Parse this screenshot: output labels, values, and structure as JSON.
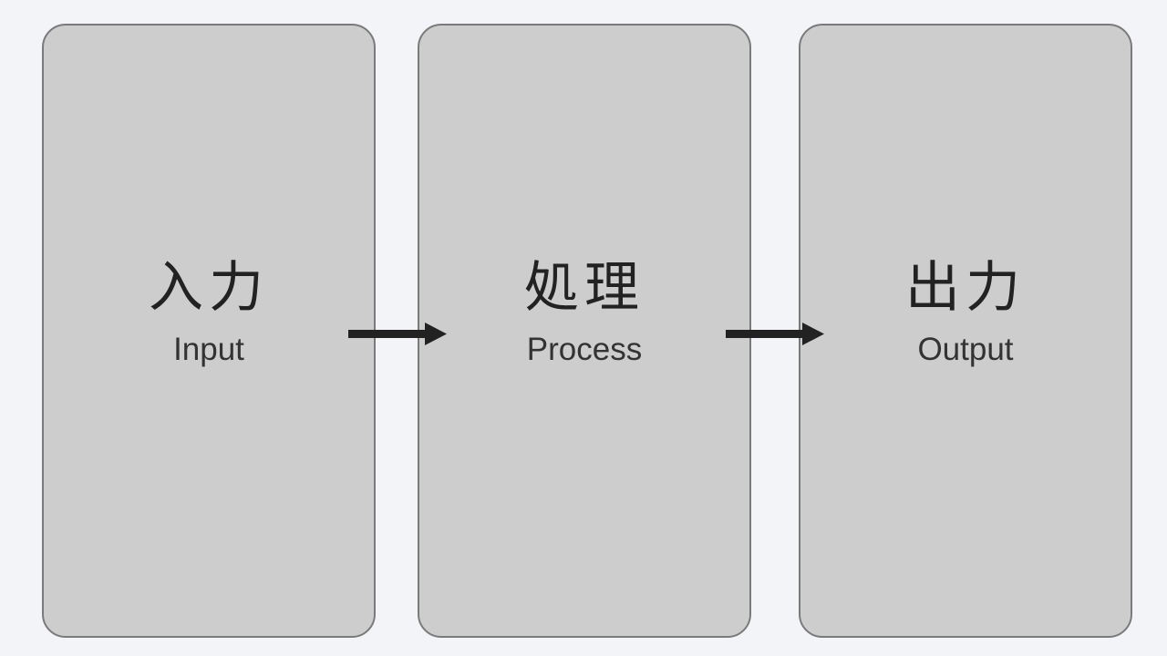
{
  "colors": {
    "background": "#f3f4f8",
    "box_fill": "#cdcdcd",
    "box_border": "#7a7a7a",
    "text": "#222222",
    "arrow": "#222222"
  },
  "steps": [
    {
      "title_jp": "入力",
      "title_en": "Input"
    },
    {
      "title_jp": "処理",
      "title_en": "Process"
    },
    {
      "title_jp": "出力",
      "title_en": "Output"
    }
  ]
}
